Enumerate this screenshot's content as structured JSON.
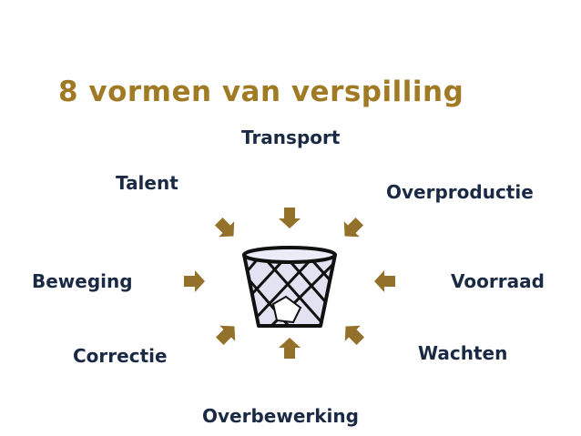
{
  "title": "8 vormen van verspilling",
  "colors": {
    "title": "#a07a24",
    "arrow": "#94712a",
    "label": "#1b2a44"
  },
  "center_icon": "wastebasket-icon",
  "wastes": [
    {
      "id": "transport",
      "label": "Transport"
    },
    {
      "id": "overproductie",
      "label": "Overproductie"
    },
    {
      "id": "voorraad",
      "label": "Voorraad"
    },
    {
      "id": "wachten",
      "label": "Wachten"
    },
    {
      "id": "overbewerking",
      "label": "Overbewerking"
    },
    {
      "id": "correctie",
      "label": "Correctie"
    },
    {
      "id": "beweging",
      "label": "Beweging"
    },
    {
      "id": "talent",
      "label": "Talent"
    }
  ]
}
